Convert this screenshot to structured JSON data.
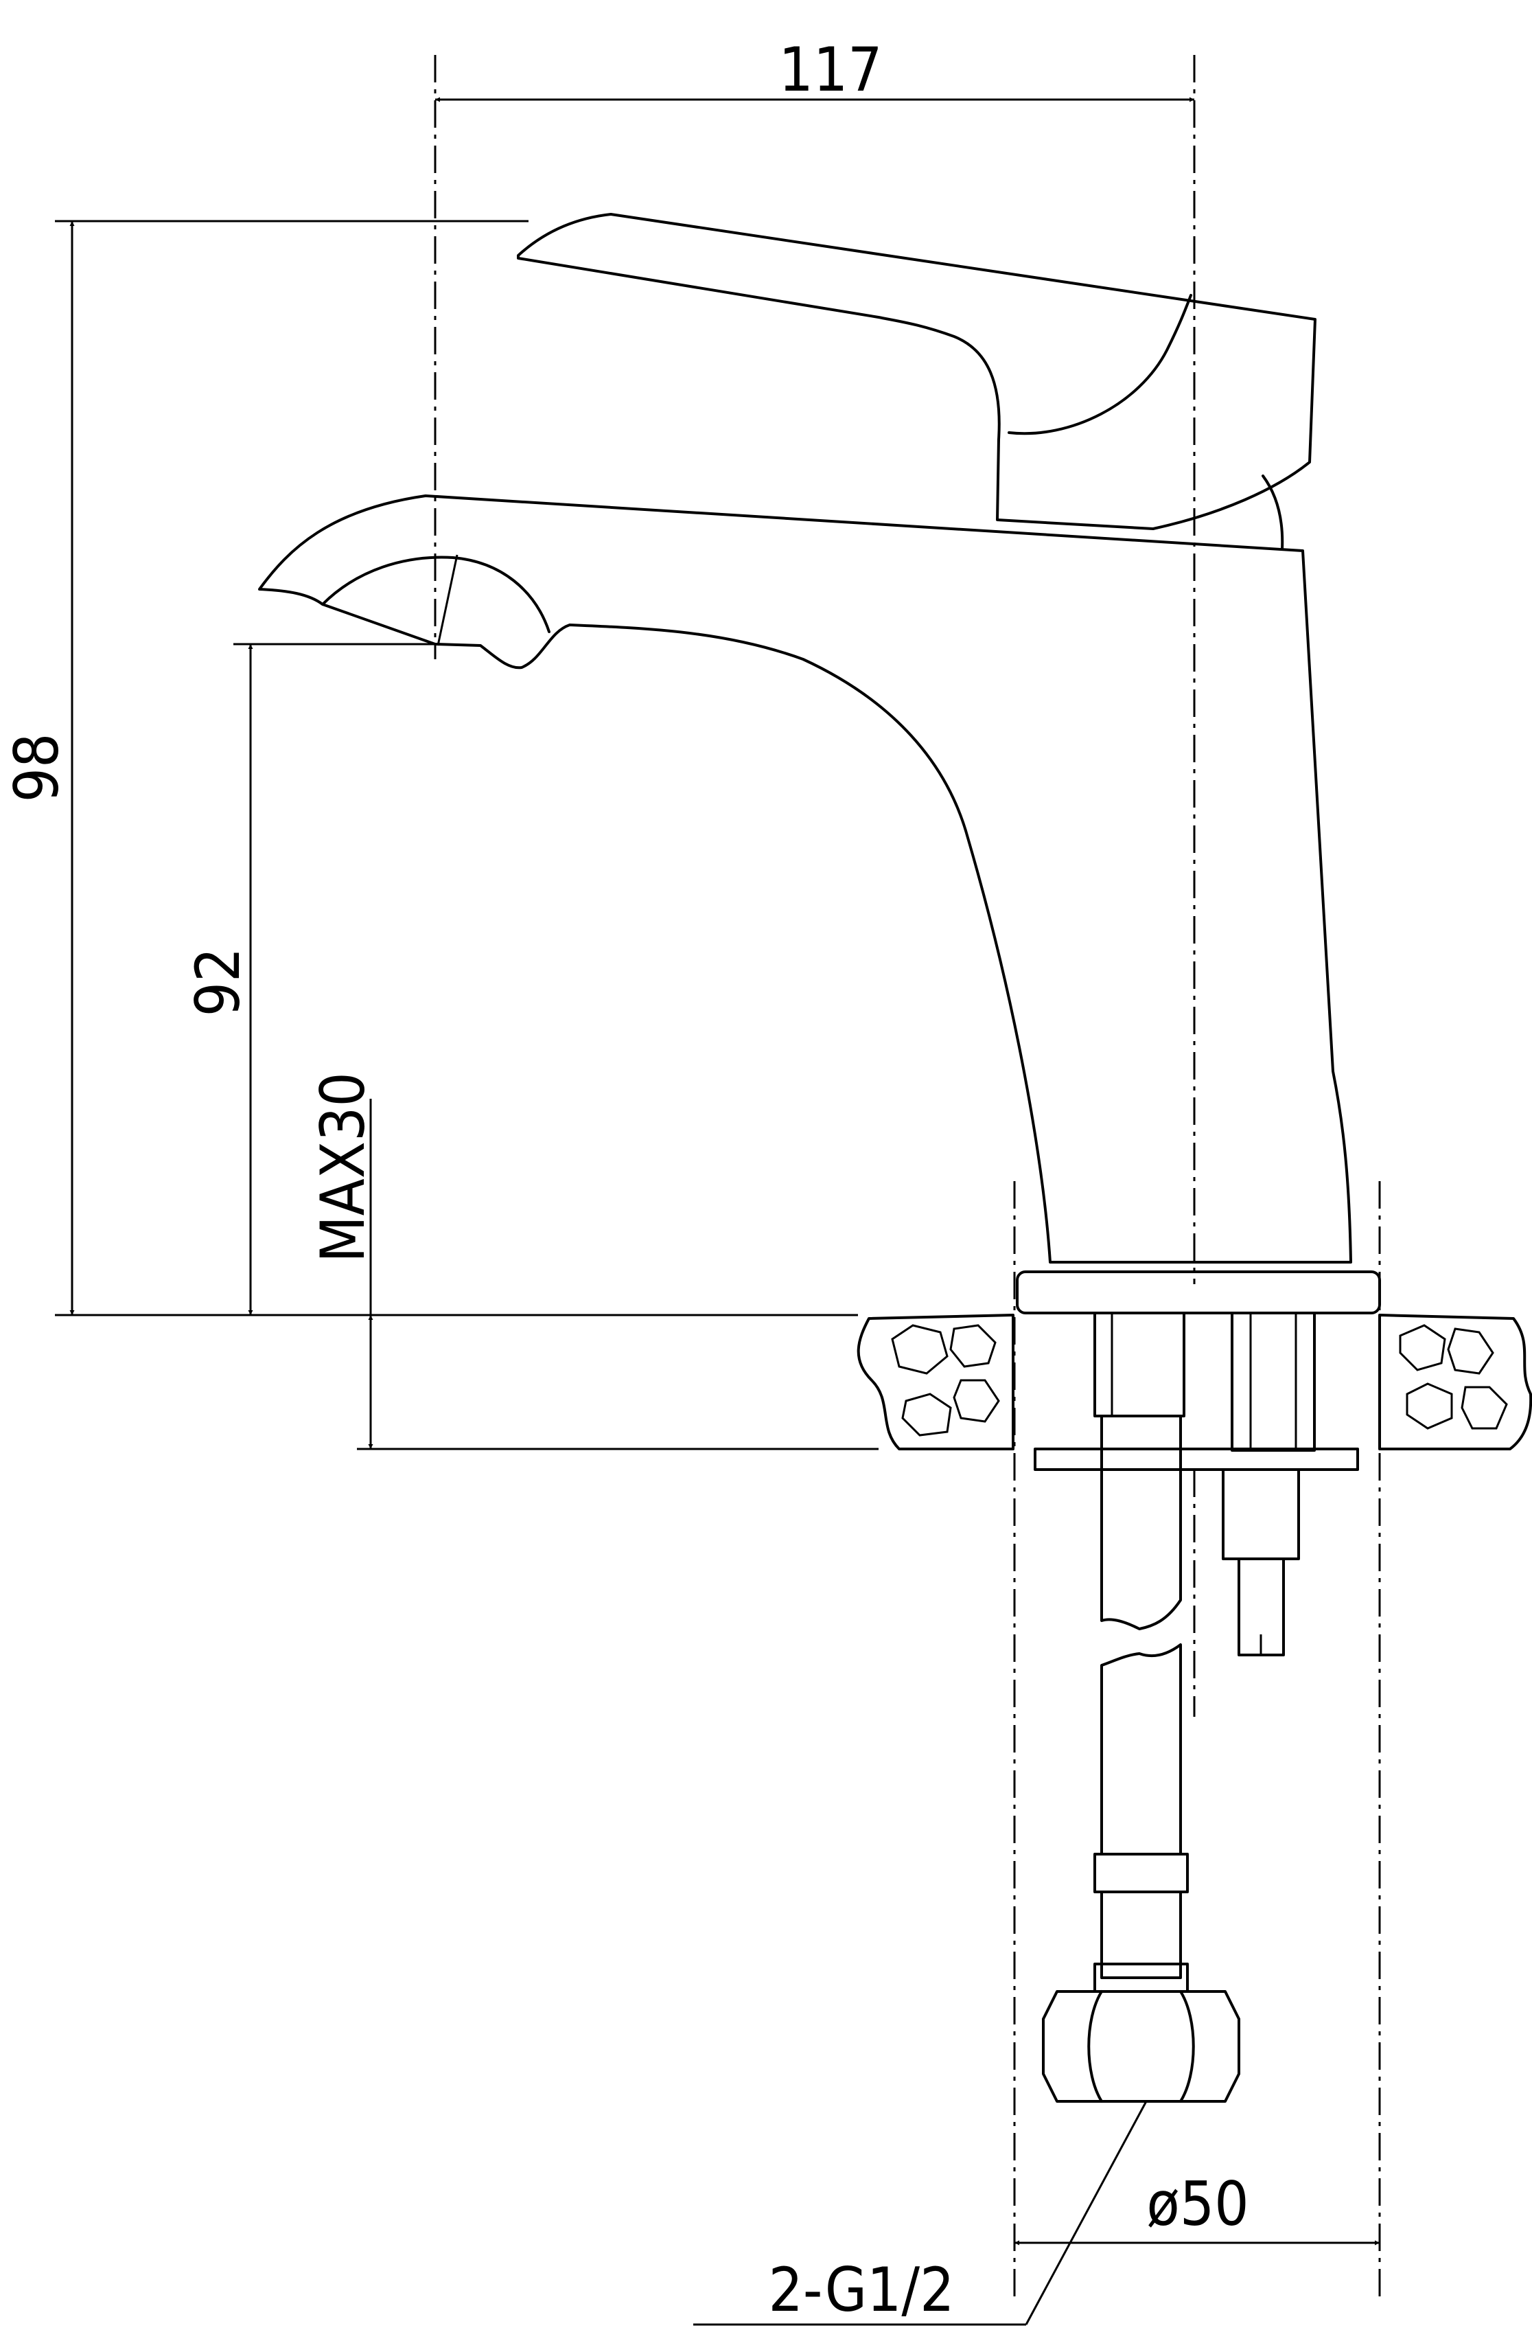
{
  "dimensions": {
    "width_label": "117",
    "overall_height_label": "98",
    "spout_height_label": "92",
    "max_thickness_label": "MAX30",
    "hole_diameter_label": "ø50",
    "connection_label": "2-G1/2"
  }
}
